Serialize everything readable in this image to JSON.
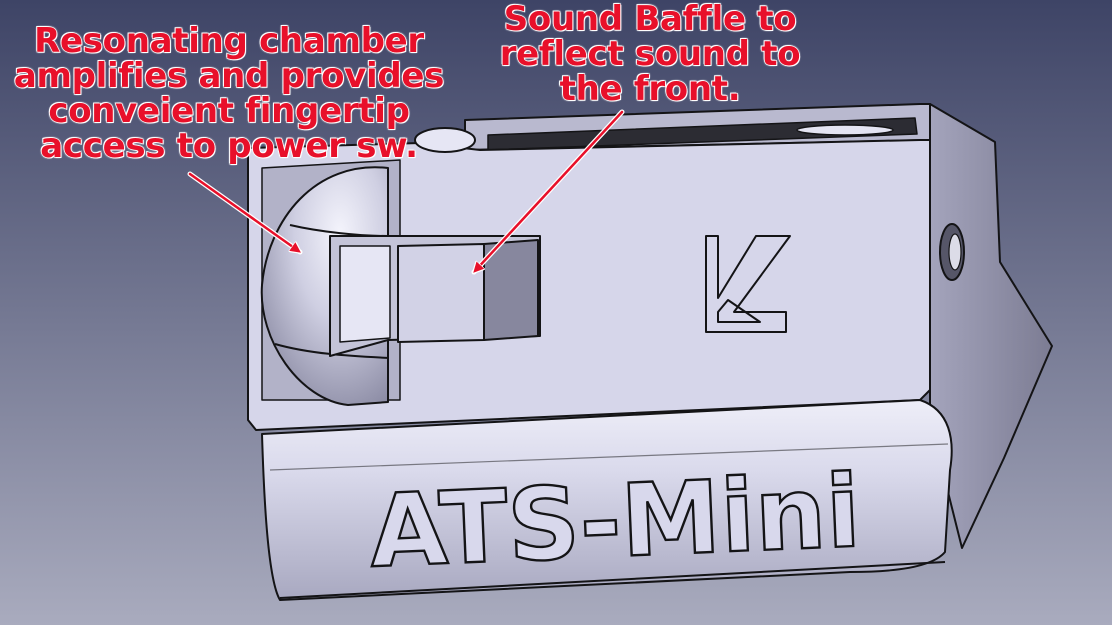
{
  "colors": {
    "background_top": "#3e4466",
    "background_bottom": "#a9abbe",
    "annotation_red": "#e8102a",
    "part_face": "#d6d6ea",
    "part_shadow": "#8c8ca3",
    "edge_line": "#141416"
  },
  "annotations": {
    "resonating_chamber": {
      "lines": [
        "Resonating chamber",
        "amplifies and provides",
        "conveient fingertip",
        "access to power sw."
      ]
    },
    "sound_baffle": {
      "lines": [
        "Sound Baffle to",
        "reflect sound to",
        "the front."
      ]
    }
  },
  "part": {
    "embossed_label": "ATS-Mini",
    "logo_letter": "K"
  }
}
